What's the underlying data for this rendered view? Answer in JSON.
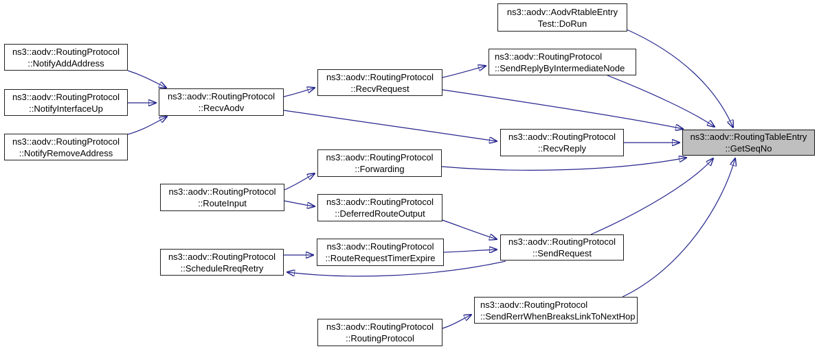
{
  "diagram": {
    "kind": "doxygen-caller-graph",
    "focus_function": "ns3::aodv::RoutingTableEntry::GetSeqNo"
  },
  "colors": {
    "background": "#ffffff",
    "edge": "#25258d",
    "node_border": "#1f1f1f",
    "node_fill": "#ffffff",
    "focus_node_fill": "#bfbfbf",
    "text": "#000000"
  },
  "nodes": {
    "dorun": {
      "line1": "ns3::aodv::AodvRtableEntry",
      "line2": "Test::DoRun"
    },
    "notify_add_address": {
      "line1": "ns3::aodv::RoutingProtocol",
      "line2": "::NotifyAddAddress"
    },
    "send_reply_by_intermediate_node": {
      "line1": "ns3::aodv::RoutingProtocol",
      "line2": "::SendReplyByIntermediateNode"
    },
    "notify_interface_up": {
      "line1": "ns3::aodv::RoutingProtocol",
      "line2": "::NotifyInterfaceUp"
    },
    "recv_aodv": {
      "line1": "ns3::aodv::RoutingProtocol",
      "line2": "::RecvAodv"
    },
    "recv_request": {
      "line1": "ns3::aodv::RoutingProtocol",
      "line2": "::RecvRequest"
    },
    "notify_remove_address": {
      "line1": "ns3::aodv::RoutingProtocol",
      "line2": "::NotifyRemoveAddress"
    },
    "recv_reply": {
      "line1": "ns3::aodv::RoutingProtocol",
      "line2": "::RecvReply"
    },
    "get_seq_no": {
      "line1": "ns3::aodv::RoutingTableEntry",
      "line2": "::GetSeqNo"
    },
    "forwarding": {
      "line1": "ns3::aodv::RoutingProtocol",
      "line2": "::Forwarding"
    },
    "route_input": {
      "line1": "ns3::aodv::RoutingProtocol",
      "line2": "::RouteInput"
    },
    "deferred_route_output": {
      "line1": "ns3::aodv::RoutingProtocol",
      "line2": "::DeferredRouteOutput"
    },
    "route_request_timer_expire": {
      "line1": "ns3::aodv::RoutingProtocol",
      "line2": "::RouteRequestTimerExpire"
    },
    "schedule_rreq_retry": {
      "line1": "ns3::aodv::RoutingProtocol",
      "line2": "::ScheduleRreqRetry"
    },
    "send_request": {
      "line1": "ns3::aodv::RoutingProtocol",
      "line2": "::SendRequest"
    },
    "send_rerr_when_breaks_link_to_next_hop": {
      "line1": "ns3::aodv::RoutingProtocol",
      "line2": "::SendRerrWhenBreaksLinkToNextHop"
    },
    "routing_protocol_ctor": {
      "line1": "ns3::aodv::RoutingProtocol",
      "line2": "::RoutingProtocol"
    }
  },
  "edges": [
    {
      "from": "notify_add_address",
      "to": "recv_aodv"
    },
    {
      "from": "notify_interface_up",
      "to": "recv_aodv"
    },
    {
      "from": "notify_remove_address",
      "to": "recv_aodv"
    },
    {
      "from": "recv_aodv",
      "to": "recv_request"
    },
    {
      "from": "recv_aodv",
      "to": "recv_reply"
    },
    {
      "from": "recv_request",
      "to": "send_reply_by_intermediate_node"
    },
    {
      "from": "recv_request",
      "to": "get_seq_no"
    },
    {
      "from": "send_reply_by_intermediate_node",
      "to": "get_seq_no"
    },
    {
      "from": "dorun",
      "to": "get_seq_no"
    },
    {
      "from": "recv_reply",
      "to": "get_seq_no"
    },
    {
      "from": "route_input",
      "to": "forwarding"
    },
    {
      "from": "route_input",
      "to": "deferred_route_output"
    },
    {
      "from": "forwarding",
      "to": "get_seq_no"
    },
    {
      "from": "deferred_route_output",
      "to": "send_request"
    },
    {
      "from": "route_request_timer_expire",
      "to": "send_request"
    },
    {
      "from": "schedule_rreq_retry",
      "to": "route_request_timer_expire"
    },
    {
      "from": "send_request",
      "to": "schedule_rreq_retry"
    },
    {
      "from": "send_request",
      "to": "get_seq_no"
    },
    {
      "from": "send_rerr_when_breaks_link_to_next_hop",
      "to": "get_seq_no"
    },
    {
      "from": "routing_protocol_ctor",
      "to": "send_rerr_when_breaks_link_to_next_hop"
    }
  ]
}
